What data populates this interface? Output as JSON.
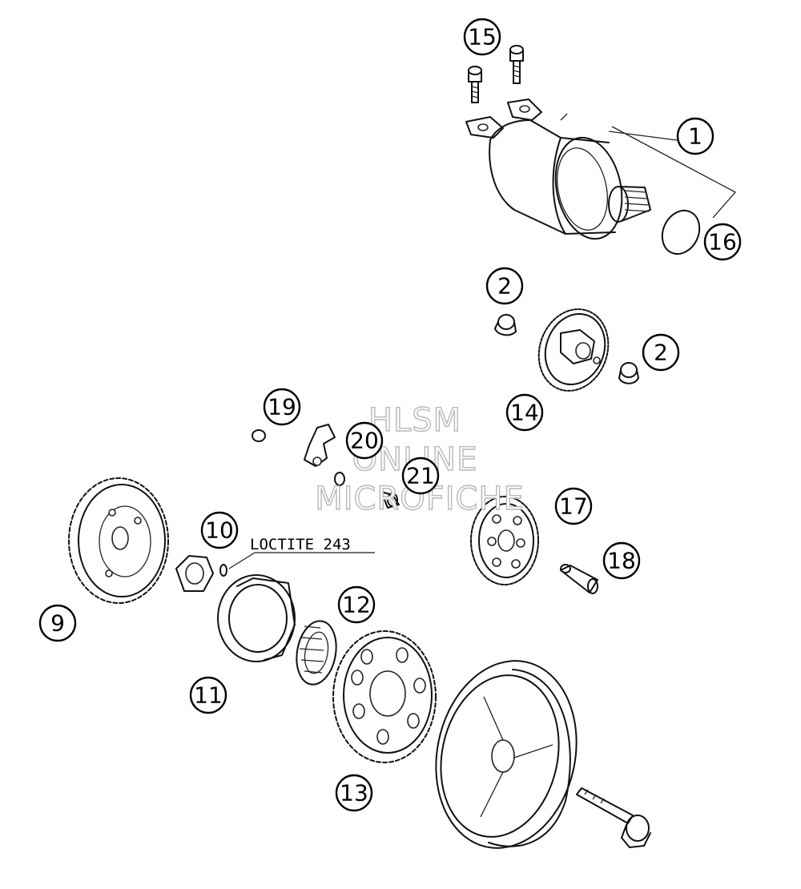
{
  "callouts": [
    {
      "id": "c1",
      "label": "1"
    },
    {
      "id": "c2a",
      "label": "2"
    },
    {
      "id": "c2b",
      "label": "2"
    },
    {
      "id": "c9",
      "label": "9"
    },
    {
      "id": "c10",
      "label": "10"
    },
    {
      "id": "c11",
      "label": "11"
    },
    {
      "id": "c12",
      "label": "12"
    },
    {
      "id": "c13",
      "label": "13"
    },
    {
      "id": "c14",
      "label": "14"
    },
    {
      "id": "c15",
      "label": "15"
    },
    {
      "id": "c16",
      "label": "16"
    },
    {
      "id": "c17",
      "label": "17"
    },
    {
      "id": "c18",
      "label": "18"
    },
    {
      "id": "c19",
      "label": "19"
    },
    {
      "id": "c20",
      "label": "20"
    },
    {
      "id": "c21",
      "label": "21"
    }
  ],
  "note": "LOCTITE 243",
  "watermark": [
    "HLSM",
    "ONLINE",
    "MICROFICHE"
  ]
}
